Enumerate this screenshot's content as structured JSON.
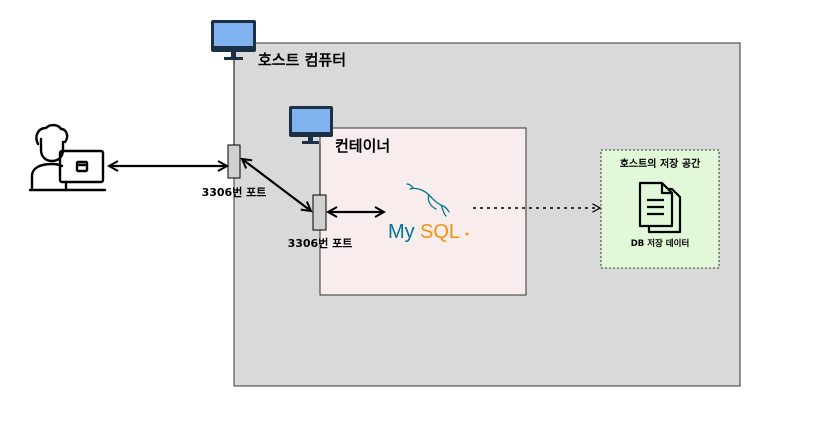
{
  "host": {
    "title": "호스트 컴퓨터",
    "host_port_label": "3306번 포트"
  },
  "container": {
    "title": "컨테이너",
    "port_label": "3306번 포트"
  },
  "mysql": {
    "logo_text_my": "My",
    "logo_text_sql": "SQL",
    "brand_blue": "#00758F",
    "brand_orange": "#F29111"
  },
  "storage": {
    "title": "호스트의 저장 공간",
    "data_label": "DB 저장 데이터"
  },
  "icons": {
    "user": "user-at-computer-icon",
    "host_monitor": "monitor-icon",
    "container_monitor": "monitor-icon",
    "document": "document-stack-icon",
    "mysql": "mysql-dolphin-icon"
  },
  "colors": {
    "host_bg": "#D9D9D9",
    "container_bg": "#F8ECEC",
    "storage_bg": "#E1F9D8",
    "monitor_screen": "#7FB2EE"
  }
}
